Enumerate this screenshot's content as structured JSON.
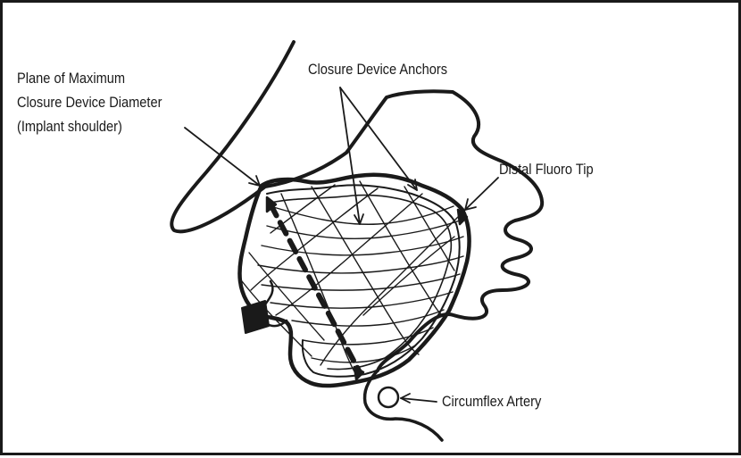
{
  "figure": {
    "labels": {
      "plane_line1": "Plane of Maximum",
      "plane_line2": "Closure Device Diameter",
      "plane_line3": "(Implant shoulder)",
      "anchors": "Closure Device Anchors",
      "distal_tip": "Distal Fluoro Tip",
      "circumflex": "Circumflex Artery"
    }
  }
}
